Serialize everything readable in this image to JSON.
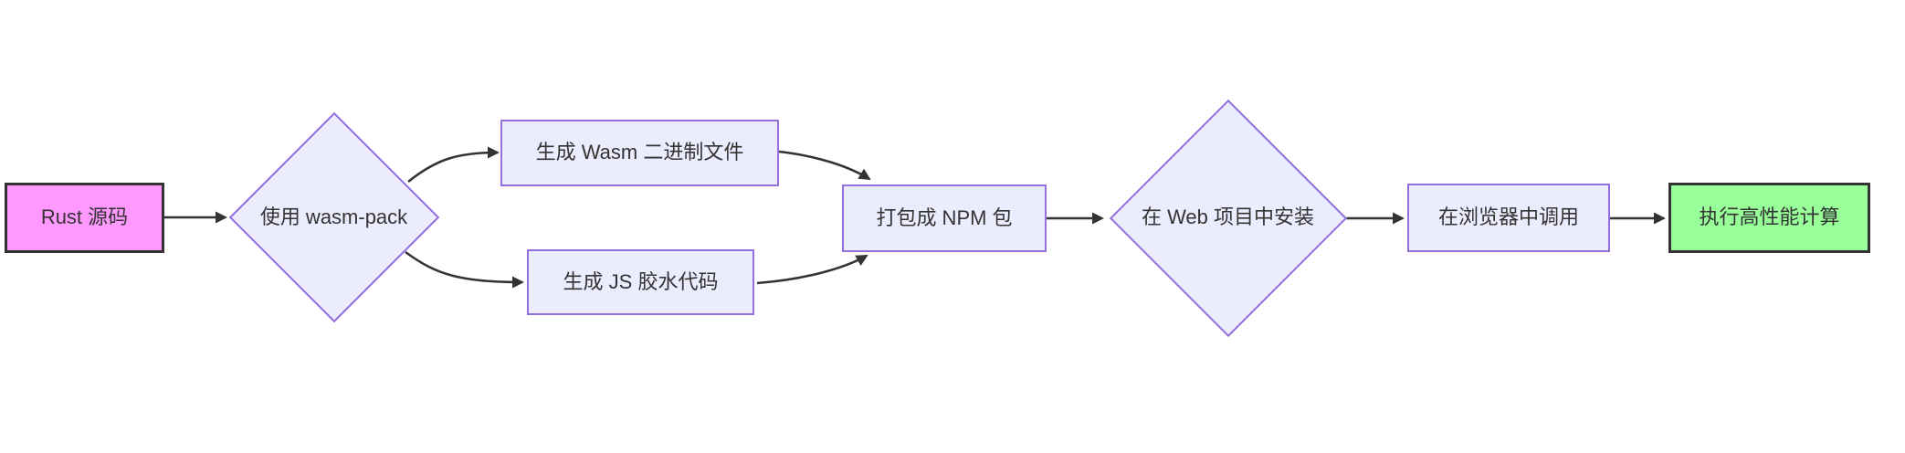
{
  "diagram": {
    "type": "flowchart",
    "direction": "left-to-right",
    "background": "#ffffff",
    "edge_color": "#333333",
    "text_color": "#333333",
    "nodes": {
      "rust_source": {
        "label": "Rust 源码",
        "shape": "rect",
        "fill": "#ff99ff",
        "stroke": "#333333"
      },
      "use_wasm_pack": {
        "label": "使用 wasm-pack",
        "shape": "diamond",
        "fill": "#ececff",
        "stroke": "#9370db"
      },
      "gen_wasm_binary": {
        "label": "生成 Wasm 二进制文件",
        "shape": "rect",
        "fill": "#ececff",
        "stroke": "#9370db"
      },
      "gen_js_glue": {
        "label": "生成 JS 胶水代码",
        "shape": "rect",
        "fill": "#ececff",
        "stroke": "#9370db"
      },
      "pack_npm": {
        "label": "打包成 NPM 包",
        "shape": "rect",
        "fill": "#ececff",
        "stroke": "#9370db"
      },
      "install_web": {
        "label": "在 Web 项目中安装",
        "shape": "diamond",
        "fill": "#ececff",
        "stroke": "#9370db"
      },
      "call_browser": {
        "label": "在浏览器中调用",
        "shape": "rect",
        "fill": "#ececff",
        "stroke": "#9370db"
      },
      "run_hpc": {
        "label": "执行高性能计算",
        "shape": "rect",
        "fill": "#99ff99",
        "stroke": "#333333"
      }
    },
    "edges": [
      {
        "from": "Rust 源码",
        "to": "使用 wasm-pack"
      },
      {
        "from": "使用 wasm-pack",
        "to": "生成 Wasm 二进制文件"
      },
      {
        "from": "使用 wasm-pack",
        "to": "生成 JS 胶水代码"
      },
      {
        "from": "生成 Wasm 二进制文件",
        "to": "打包成 NPM 包"
      },
      {
        "from": "生成 JS 胶水代码",
        "to": "打包成 NPM 包"
      },
      {
        "from": "打包成 NPM 包",
        "to": "在 Web 项目中安装"
      },
      {
        "from": "在 Web 项目中安装",
        "to": "在浏览器中调用"
      },
      {
        "from": "在浏览器中调用",
        "to": "执行高性能计算"
      }
    ]
  }
}
